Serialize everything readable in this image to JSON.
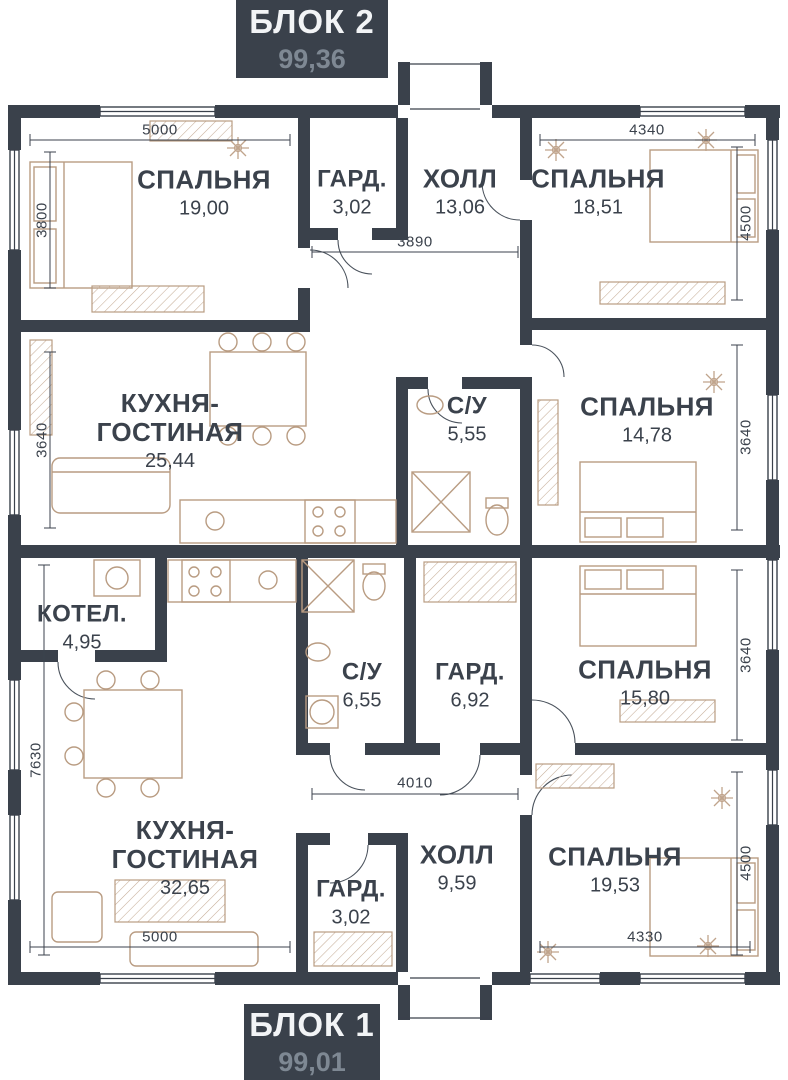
{
  "blocks": {
    "block2": {
      "label": "БЛОК 2",
      "area": "99,36"
    },
    "block1": {
      "label": "БЛОК 1",
      "area": "99,01"
    }
  },
  "rooms": {
    "b2_bedroom1": {
      "name": "СПАЛЬНЯ",
      "area": "19,00"
    },
    "b2_ward": {
      "name": "ГАРД.",
      "area": "3,02"
    },
    "b2_hall": {
      "name": "ХОЛЛ",
      "area": "13,06"
    },
    "b2_bedroom2": {
      "name": "СПАЛЬНЯ",
      "area": "18,51"
    },
    "b2_kitchen": {
      "name_line1": "КУХНЯ-",
      "name_line2": "ГОСТИНАЯ",
      "area": "25,44"
    },
    "b2_bath": {
      "name": "С/У",
      "area": "5,55"
    },
    "b2_bedroom3": {
      "name": "СПАЛЬНЯ",
      "area": "14,78"
    },
    "b1_boiler": {
      "name": "КОТЕЛ.",
      "area": "4,95"
    },
    "b1_bath": {
      "name": "С/У",
      "area": "6,55"
    },
    "b1_ward1": {
      "name": "ГАРД.",
      "area": "6,92"
    },
    "b1_bedroom1": {
      "name": "СПАЛЬНЯ",
      "area": "15,80"
    },
    "b1_kitchen": {
      "name_line1": "КУХНЯ-",
      "name_line2": "ГОСТИНАЯ",
      "area": "32,65"
    },
    "b1_ward2": {
      "name": "ГАРД.",
      "area": "3,02"
    },
    "b1_hall": {
      "name": "ХОЛЛ",
      "area": "9,59"
    },
    "b1_bedroom2": {
      "name": "СПАЛЬНЯ",
      "area": "19,53"
    }
  },
  "dimensions": {
    "b2_bedroom1_width": "5000",
    "b2_bedroom1_depth": "3800",
    "b2_hall_width": "3890",
    "b2_bedroom2_width": "4340",
    "b2_bedroom2_depth": "4500",
    "b2_kitchen_depth": "3640",
    "b2_bedroom3_depth": "3640",
    "b1_bedroom1_depth": "3640",
    "b1_kitchen_depth": "7630",
    "b1_hall_width": "4010",
    "b1_bedroom2_depth": "4500",
    "b1_kitchen_width": "5000",
    "b1_bedroom2_width": "4330"
  },
  "colors": {
    "wall": "#3a414b",
    "furniture_line": "#b99c82",
    "text": "#3b424c",
    "muted_area": "#7e8893"
  }
}
